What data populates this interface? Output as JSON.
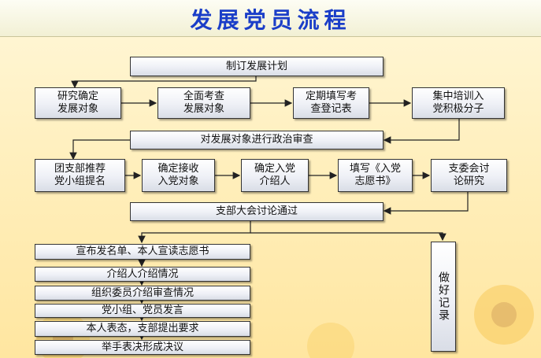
{
  "title": "发展党员流程",
  "nodes": {
    "plan": "制订发展计划",
    "research": "研究确定\n发展对象",
    "review": "全面考查\n发展对象",
    "form": "定期填写考\n查登记表",
    "training": "集中培训入\n党积极分子",
    "political": "对发展对象进行政治审查",
    "recommend": "团支部推荐\n党小组提名",
    "receive": "确定接收\n入党对象",
    "introducer": "确定入党\n介绍人",
    "application": "填写《入党\n志愿书》",
    "committee": "支委会讨\n论研究",
    "assembly": "支部大会讨论通过",
    "announce": "宣布发名单、本人宣读志愿书",
    "intro_info": "介绍人介绍情况",
    "org_review": "组织委员介绍审查情况",
    "speech": "党小组、党员发言",
    "attitude": "本人表态，支部提出要求",
    "vote": "举手表决形成决议",
    "record": "做好记录"
  },
  "colors": {
    "title": "#1b3ec8",
    "background": "#fff0c0",
    "box_border": "#333333"
  }
}
